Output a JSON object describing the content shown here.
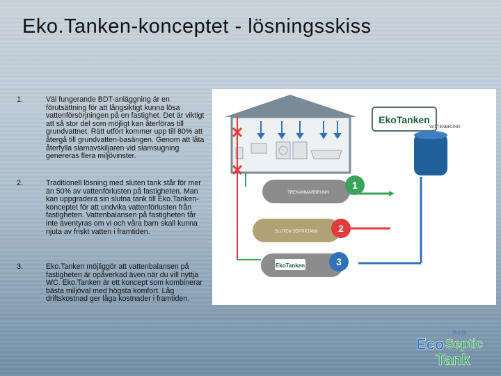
{
  "slide": {
    "title": "Eko.Tanken-konceptet - lösningsskiss"
  },
  "items": [
    {
      "number": "1.",
      "text": "Väl fungerande BDT-anläggning är en förutsättning för att långsiktigt kunna lösa vattenförsörjningen på en fastighet. Det är viktigt att så stor del som möjligt kan återföras till grundvattnet. Rätt utfört kommer upp till 80% att återgå till grundvatten-basängen. Genom att låta återfylla slamavskiljaren vid slamsugning genereras flera miljövinster."
    },
    {
      "number": "2.",
      "text": "Traditionell lösning med sluten tank står för mer än 50% av vattenförlusten på fastigheten. Man kan uppgradera sin slutna tank till Eko.Tanken-konceptet för att undvika vattenförlusten från fastigheten. Vattenbalansen på fastigheten får inte äventyras om vi och våra barn skall kunna njuta av friskt vatten i framtiden."
    },
    {
      "number": "3.",
      "text": "Eko.Tanken möjliggör att vattenbalansen på fastigheten är opåverkad även när du vill nyttja WC. Eko.Tanken är ett koncept som kombinerar bästa miljöval med högsta komfort. Låg driftskostnad ger låga kostnader i framtiden."
    }
  ],
  "diagram": {
    "brand": "EkoTanken",
    "well_label": "VATTENBRUNN",
    "tank1_label": "TREKAMMARBRUNN",
    "tank2_label": "SLUTEN SEPTIKTANK",
    "tank3_label": "EkoTanken",
    "badges": [
      "1",
      "2",
      "3"
    ],
    "colors": {
      "green": "#3aa35a",
      "red": "#e23b3b",
      "blue": "#2f72b8",
      "house": "#6d7f8c",
      "tank_grey": "#8c8c8c",
      "tank_olive": "#b0a274"
    }
  },
  "logo": {
    "nordic": "Nordic",
    "eco": "Eco",
    "septic": "Septic",
    "tank": "Tank"
  }
}
